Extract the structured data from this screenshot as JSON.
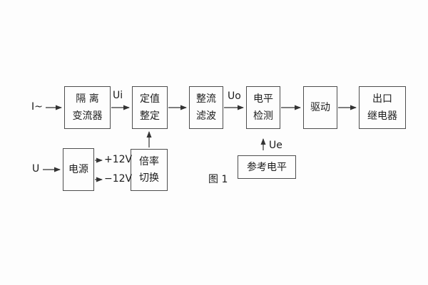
{
  "colors": {
    "background": "#fdfdfd",
    "line": "#333333",
    "text": "#1c1c1c",
    "border": "#4d4d4d"
  },
  "blocks": {
    "isolation": {
      "line1": "隔 离",
      "line2": "变流器"
    },
    "setting": {
      "line1": "定值",
      "line2": "整定"
    },
    "rectifier": {
      "line1": "整流",
      "line2": "滤波"
    },
    "level_detect": {
      "line1": "电平",
      "line2": "检测"
    },
    "driver": {
      "line1": "驱动"
    },
    "output_relay": {
      "line1": "出口",
      "line2": "继电器"
    },
    "power": {
      "line1": "电源"
    },
    "ratio_switch": {
      "line1": "倍率",
      "line2": "切换"
    },
    "reference_level": {
      "line1": "参考电平"
    }
  },
  "labels": {
    "input_current": "I~",
    "ui": "Ui",
    "uo": "Uo",
    "ue": "Ue",
    "input_voltage": "U",
    "plus_12v": "+12V",
    "minus_12v": "−12V",
    "caption": "图 1"
  }
}
